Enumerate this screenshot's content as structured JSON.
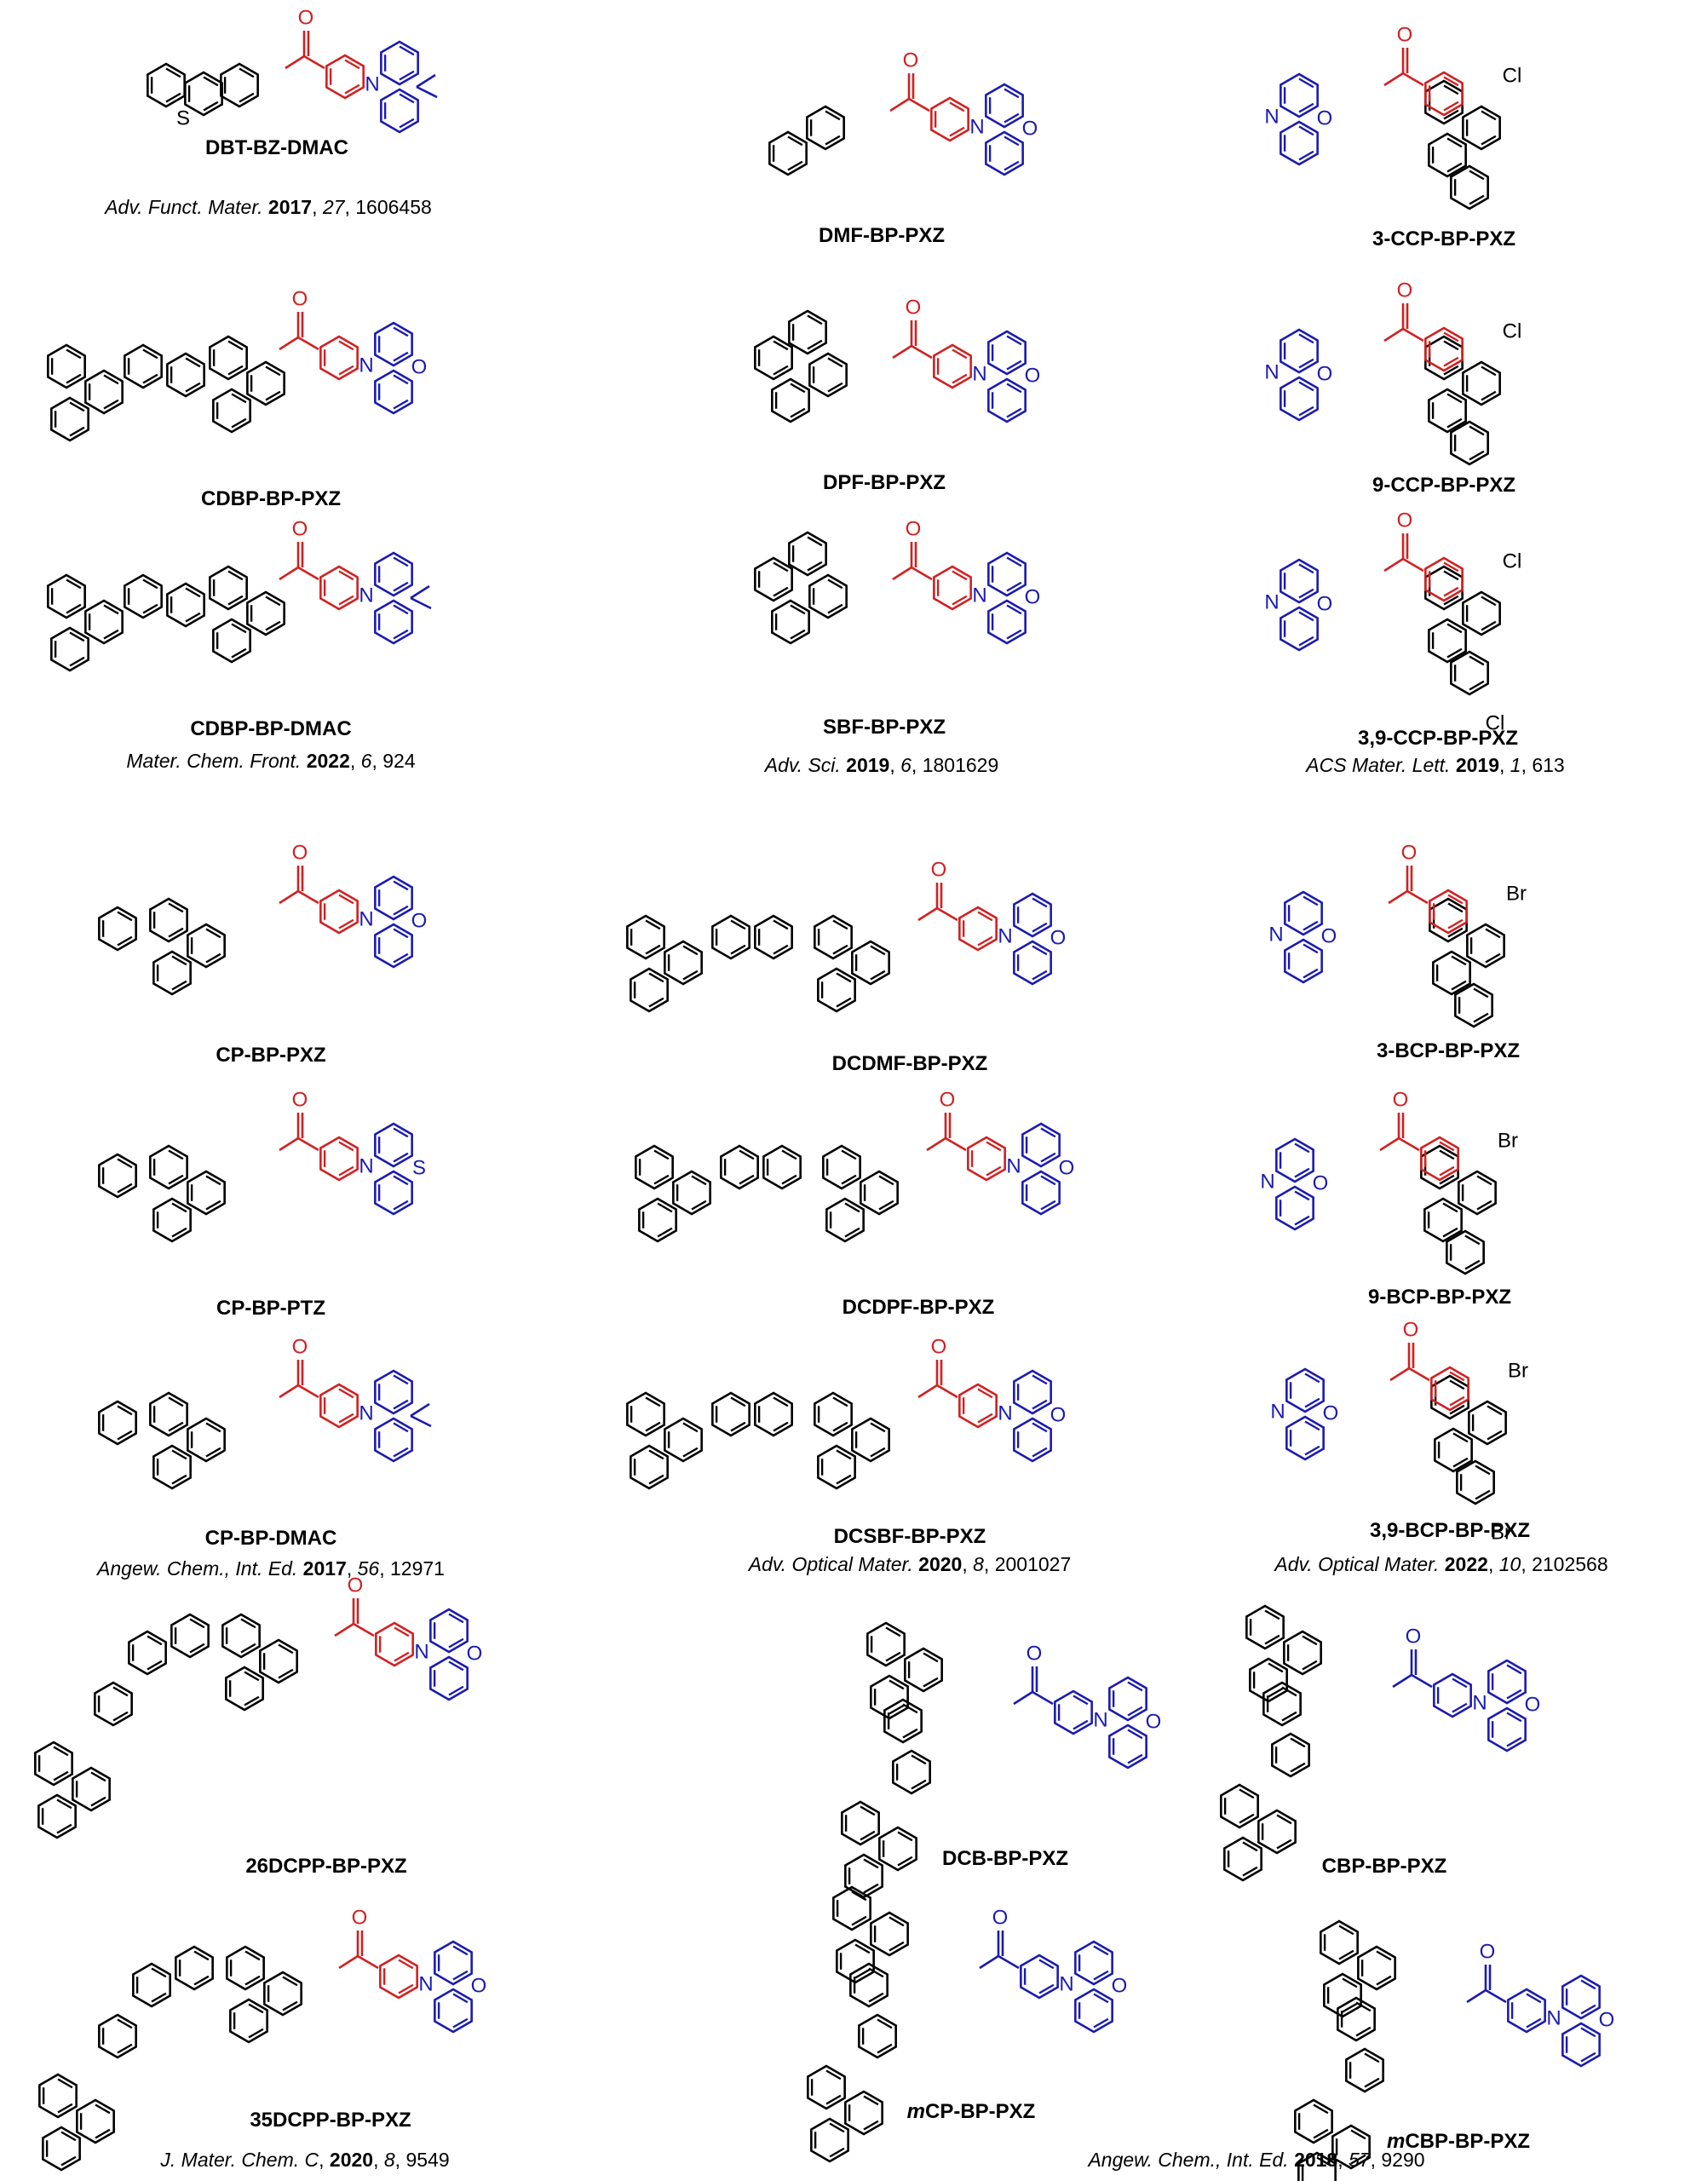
{
  "colors": {
    "acceptor": "#d22020",
    "donor": "#1b1bb0",
    "core": "#000000"
  },
  "compounds": [
    {
      "id": "dbt-bz-dmac",
      "label": "DBT-BZ-DMAC",
      "donor": "DMAC",
      "rings": 3
    },
    {
      "id": "dmf-bp-pxz",
      "label": "DMF-BP-PXZ",
      "donor": "PXZ",
      "rings": 3
    },
    {
      "id": "3-ccp-bp-pxz",
      "label": "3-CCP-BP-PXZ",
      "donor": "PXZ",
      "rings": 3,
      "subs": [
        "Cl"
      ]
    },
    {
      "id": "cdbp-bp-pxz",
      "label": "CDBP-BP-PXZ",
      "donor": "PXZ",
      "rings": 6
    },
    {
      "id": "dpf-bp-pxz",
      "label": "DPF-BP-PXZ",
      "donor": "PXZ",
      "rings": 5
    },
    {
      "id": "9-ccp-bp-pxz",
      "label": "9-CCP-BP-PXZ",
      "donor": "PXZ",
      "rings": 4,
      "subs": [
        "Cl"
      ]
    },
    {
      "id": "cdbp-bp-dmac",
      "label": "CDBP-BP-DMAC",
      "donor": "DMAC",
      "rings": 6
    },
    {
      "id": "sbf-bp-pxz",
      "label": "SBF-BP-PXZ",
      "donor": "PXZ",
      "rings": 5
    },
    {
      "id": "39-ccp-bp-pxz",
      "label": "3,9-CCP-BP-PXZ",
      "donor": "PXZ",
      "rings": 4,
      "subs": [
        "Cl",
        "Cl"
      ]
    },
    {
      "id": "cp-bp-pxz",
      "label": "CP-BP-PXZ",
      "donor": "PXZ",
      "rings": 4
    },
    {
      "id": "dcdmf-bp-pxz",
      "label": "DCDMF-BP-PXZ",
      "donor": "PXZ",
      "rings": 7
    },
    {
      "id": "3-bcp-bp-pxz",
      "label": "3-BCP-BP-PXZ",
      "donor": "PXZ",
      "rings": 4,
      "subs": [
        "Br"
      ]
    },
    {
      "id": "cp-bp-ptz",
      "label": "CP-BP-PTZ",
      "donor": "PTZ",
      "rings": 4
    },
    {
      "id": "dcdpf-bp-pxz",
      "label": "DCDPF-BP-PXZ",
      "donor": "PXZ",
      "rings": 9
    },
    {
      "id": "9-bcp-bp-pxz",
      "label": "9-BCP-BP-PXZ",
      "donor": "PXZ",
      "rings": 4,
      "subs": [
        "Br"
      ]
    },
    {
      "id": "cp-bp-dmac",
      "label": "CP-BP-DMAC",
      "donor": "DMAC",
      "rings": 4
    },
    {
      "id": "dcsbf-bp-pxz",
      "label": "DCSBF-BP-PXZ",
      "donor": "PXZ",
      "rings": 9
    },
    {
      "id": "39-bcp-bp-pxz",
      "label": "3,9-BCP-BP-PXZ",
      "donor": "PXZ",
      "rings": 4,
      "subs": [
        "Br",
        "Br"
      ]
    },
    {
      "id": "26dcpp-bp-pxz",
      "label": "26DCPP-BP-PXZ",
      "donor": "PXZ",
      "rings": 8
    },
    {
      "id": "dcb-bp-pxz",
      "label": "DCB-BP-PXZ",
      "donor": "PXZ",
      "rings": 7
    },
    {
      "id": "cbp-bp-pxz",
      "label": "CBP-BP-PXZ",
      "donor": "PXZ",
      "rings": 8
    },
    {
      "id": "35dcpp-bp-pxz",
      "label": "35DCPP-BP-PXZ",
      "donor": "PXZ",
      "rings": 8
    },
    {
      "id": "mcp-bp-pxz",
      "label": "CP-BP-PXZ",
      "prefix": "m",
      "donor": "PXZ",
      "rings": 7
    },
    {
      "id": "mcbp-bp-pxz",
      "label": "CBP-BP-PXZ",
      "prefix": "m",
      "donor": "PXZ",
      "rings": 8
    }
  ],
  "atoms": {
    "O": "O",
    "N": "N",
    "S": "S",
    "Cl": "Cl",
    "Br": "Br"
  },
  "references": [
    {
      "id": "ref1",
      "journal": "Adv. Funct. Mater.",
      "year": "2017",
      "vol": "27",
      "page": ", 1606458"
    },
    {
      "id": "ref2",
      "journal": "Mater. Chem. Front.",
      "year": "2022",
      "vol": "6",
      "page": ", 924"
    },
    {
      "id": "ref3",
      "journal": "Adv. Sci.",
      "year": "2019",
      "vol": "6",
      "page": ", 1801629"
    },
    {
      "id": "ref4",
      "journal": "ACS Mater. Lett.",
      "year": "2019",
      "vol": "1",
      "page": ", 613"
    },
    {
      "id": "ref5",
      "journal": "Angew. Chem., Int. Ed.",
      "year": "2017",
      "vol": "56",
      "page": ", 12971"
    },
    {
      "id": "ref6",
      "journal": "Adv. Optical Mater.",
      "year": "2020",
      "vol": "8",
      "page": ", 2001027"
    },
    {
      "id": "ref7",
      "journal": "Adv. Optical Mater.",
      "year": "2022",
      "vol": "10",
      "page": ", 2102568"
    },
    {
      "id": "ref8",
      "journal": "J. Mater. Chem. C",
      "year": "2020",
      "vol": "8",
      "page": ", 9549"
    },
    {
      "id": "ref9",
      "journal": "Angew. Chem., Int. Ed.",
      "year": "2018",
      "vol": "57",
      "page": ", 9290"
    }
  ]
}
